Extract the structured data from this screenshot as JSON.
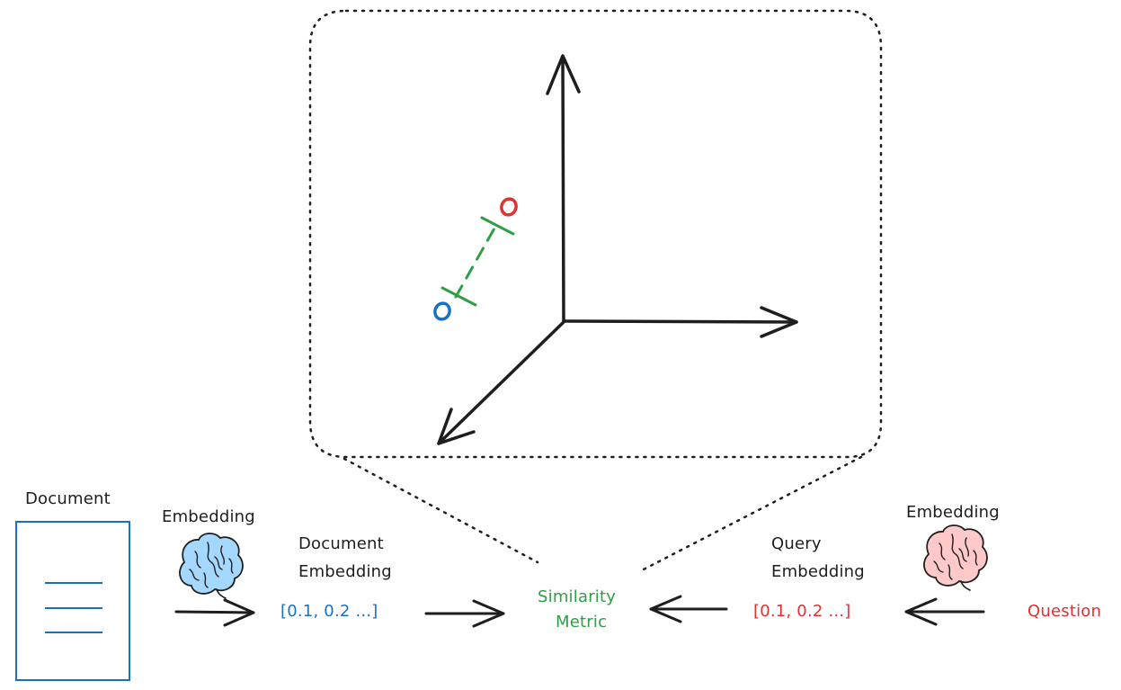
{
  "labels": {
    "document": "Document",
    "embedding_left": "Embedding",
    "document_embedding_line1": "Document",
    "document_embedding_line2": "Embedding",
    "document_vector": "[0.1, 0.2 ...]",
    "similarity_line1": "Similarity",
    "similarity_line2": "Metric",
    "query_embedding_line1": "Query",
    "query_embedding_line2": "Embedding",
    "query_vector": "[0.1, 0.2 ...]",
    "embedding_right": "Embedding",
    "question": "Question"
  },
  "colors": {
    "ink": "#1e1e1e",
    "document_blue": "#1971c2",
    "query_red": "#e03131",
    "similarity_green": "#2f9e44",
    "brain_blue": "#a5d8ff",
    "brain_pink": "#ffc9c9"
  },
  "icons": {
    "document": "document-page-icon",
    "left_model": "brain-icon",
    "right_model": "brain-icon"
  }
}
